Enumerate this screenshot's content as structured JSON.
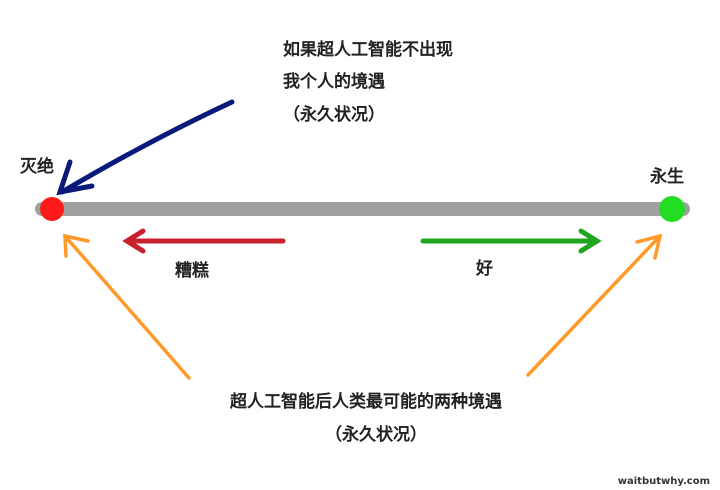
{
  "top_note": {
    "line1": "如果超人工智能不出现",
    "line2": "我个人的境遇",
    "line3": "（永久状况）"
  },
  "left_end": "灭绝",
  "right_end": "永生",
  "bad_label": "糟糕",
  "good_label": "好",
  "bottom_note": {
    "line1": "超人工智能后人类最可能的两种境遇",
    "line2": "（永久状况）"
  },
  "watermark": "waitbutwhy.com",
  "colors": {
    "bar": "#a0a0a0",
    "red_dot": "#ff1a1a",
    "green_dot": "#22dd22",
    "blue_arrow": "#0a1a7a",
    "bad_arrow": "#c8202c",
    "good_arrow": "#1fa51f",
    "orange_arrow": "#ff9a2a"
  }
}
